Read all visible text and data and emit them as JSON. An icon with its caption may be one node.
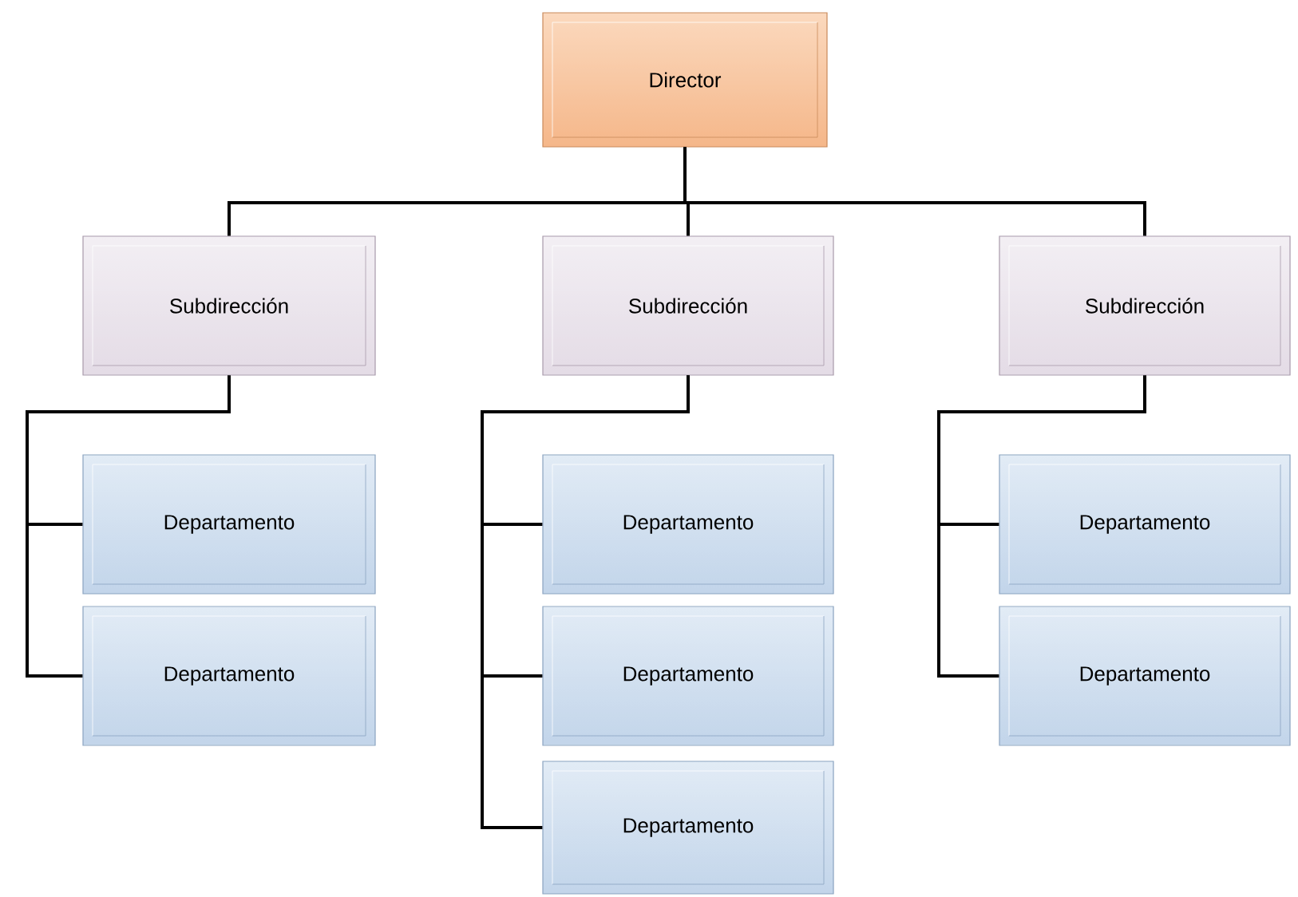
{
  "diagram": {
    "nodes": [
      {
        "text": [
          "Director"
        ]
      },
      {
        "text": [
          "Subdirección"
        ]
      },
      {
        "text": [
          "Subdirección"
        ]
      },
      {
        "text": [
          "Subdirección"
        ]
      },
      {
        "text": [
          "Departamento"
        ]
      },
      {
        "text": [
          "Departamento"
        ]
      },
      {
        "text": [
          "Departamento"
        ]
      },
      {
        "text": [
          "Departamento"
        ]
      },
      {
        "text": [
          "Departamento"
        ]
      },
      {
        "text": [
          "Departamento"
        ]
      },
      {
        "text": [
          "Departamento"
        ]
      }
    ],
    "edges": [
      {
        "from": 0,
        "to": 1,
        "arrow": "none"
      },
      {
        "from": 0,
        "to": 2,
        "arrow": "none"
      },
      {
        "from": 0,
        "to": 3,
        "arrow": "none"
      },
      {
        "from": 1,
        "to": 4,
        "arrow": "none"
      },
      {
        "from": 1,
        "to": 5,
        "arrow": "none"
      },
      {
        "from": 2,
        "to": 6,
        "arrow": "none"
      },
      {
        "from": 2,
        "to": 7,
        "arrow": "none"
      },
      {
        "from": 2,
        "to": 8,
        "arrow": "none"
      },
      {
        "from": 3,
        "to": 9,
        "arrow": "none"
      },
      {
        "from": 3,
        "to": 10,
        "arrow": "none"
      }
    ]
  }
}
